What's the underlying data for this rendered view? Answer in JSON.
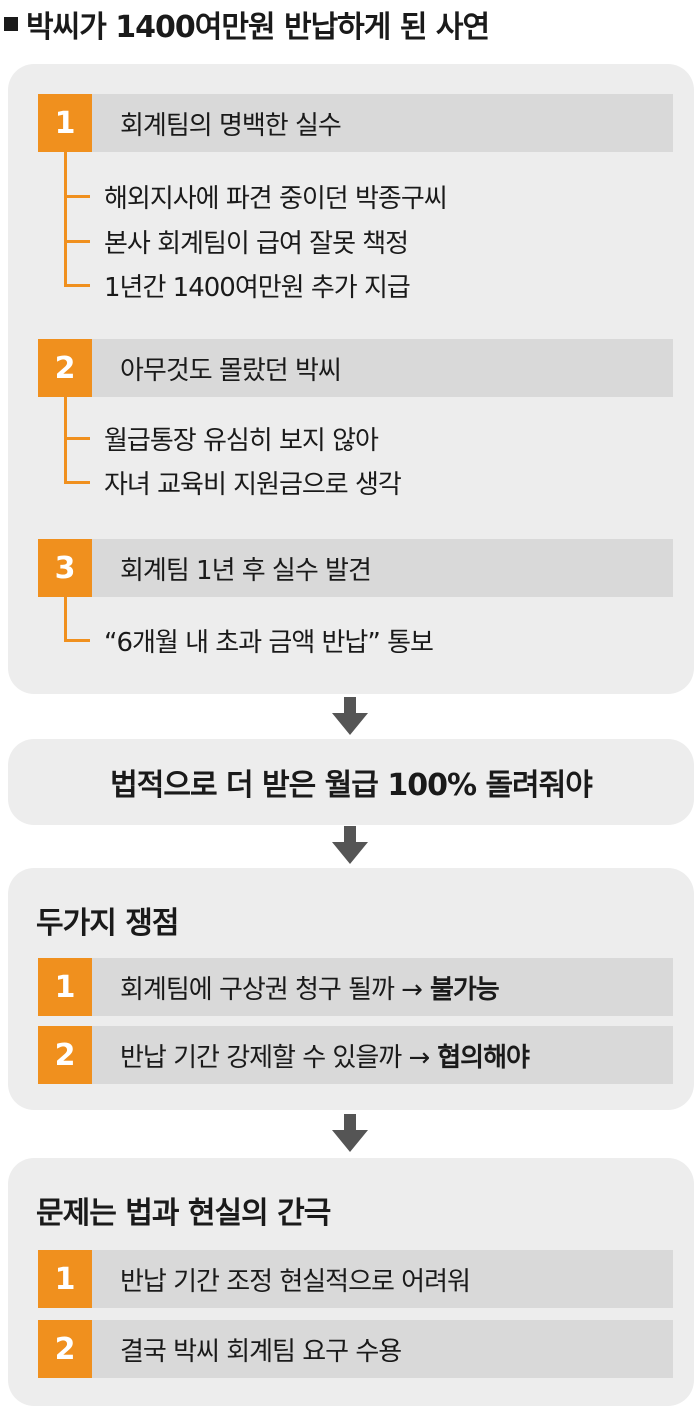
{
  "title": "박씨가 1400여만원 반납하게 된 사연",
  "section1": {
    "steps": [
      {
        "num": "1",
        "label": "회계팀의 명백한 실수",
        "details": [
          "해외지사에 파견 중이던 박종구씨",
          "본사 회계팀이 급여 잘못 책정",
          "1년간 1400여만원 추가 지급"
        ]
      },
      {
        "num": "2",
        "label": "아무것도 몰랐던 박씨",
        "details": [
          "월급통장 유심히 보지 않아",
          "자녀 교육비 지원금으로 생각"
        ]
      },
      {
        "num": "3",
        "label": "회계팀 1년 후 실수 발견",
        "details": [
          "“6개월 내 초과 금액 반납” 통보"
        ]
      }
    ]
  },
  "conclusion": "법적으로 더 받은 월급 100% 돌려줘야",
  "section2": {
    "title": "두가지 쟁점",
    "items": [
      {
        "num": "1",
        "text": "회계팀에 구상권 청구 될까 →",
        "bold": "불가능"
      },
      {
        "num": "2",
        "text": "반납 기간 강제할 수 있을까 →",
        "bold": "협의해야"
      }
    ]
  },
  "section3": {
    "title": "문제는 법과 현실의 간극",
    "items": [
      {
        "num": "1",
        "text": "반납 기간 조정 현실적으로 어려워"
      },
      {
        "num": "2",
        "text": "결국 박씨 회계팀 요구 수용"
      }
    ]
  },
  "colors": {
    "accent": "#f0901e",
    "panel": "#ededed",
    "bar": "#d9d9d9",
    "arrow": "#555555"
  }
}
